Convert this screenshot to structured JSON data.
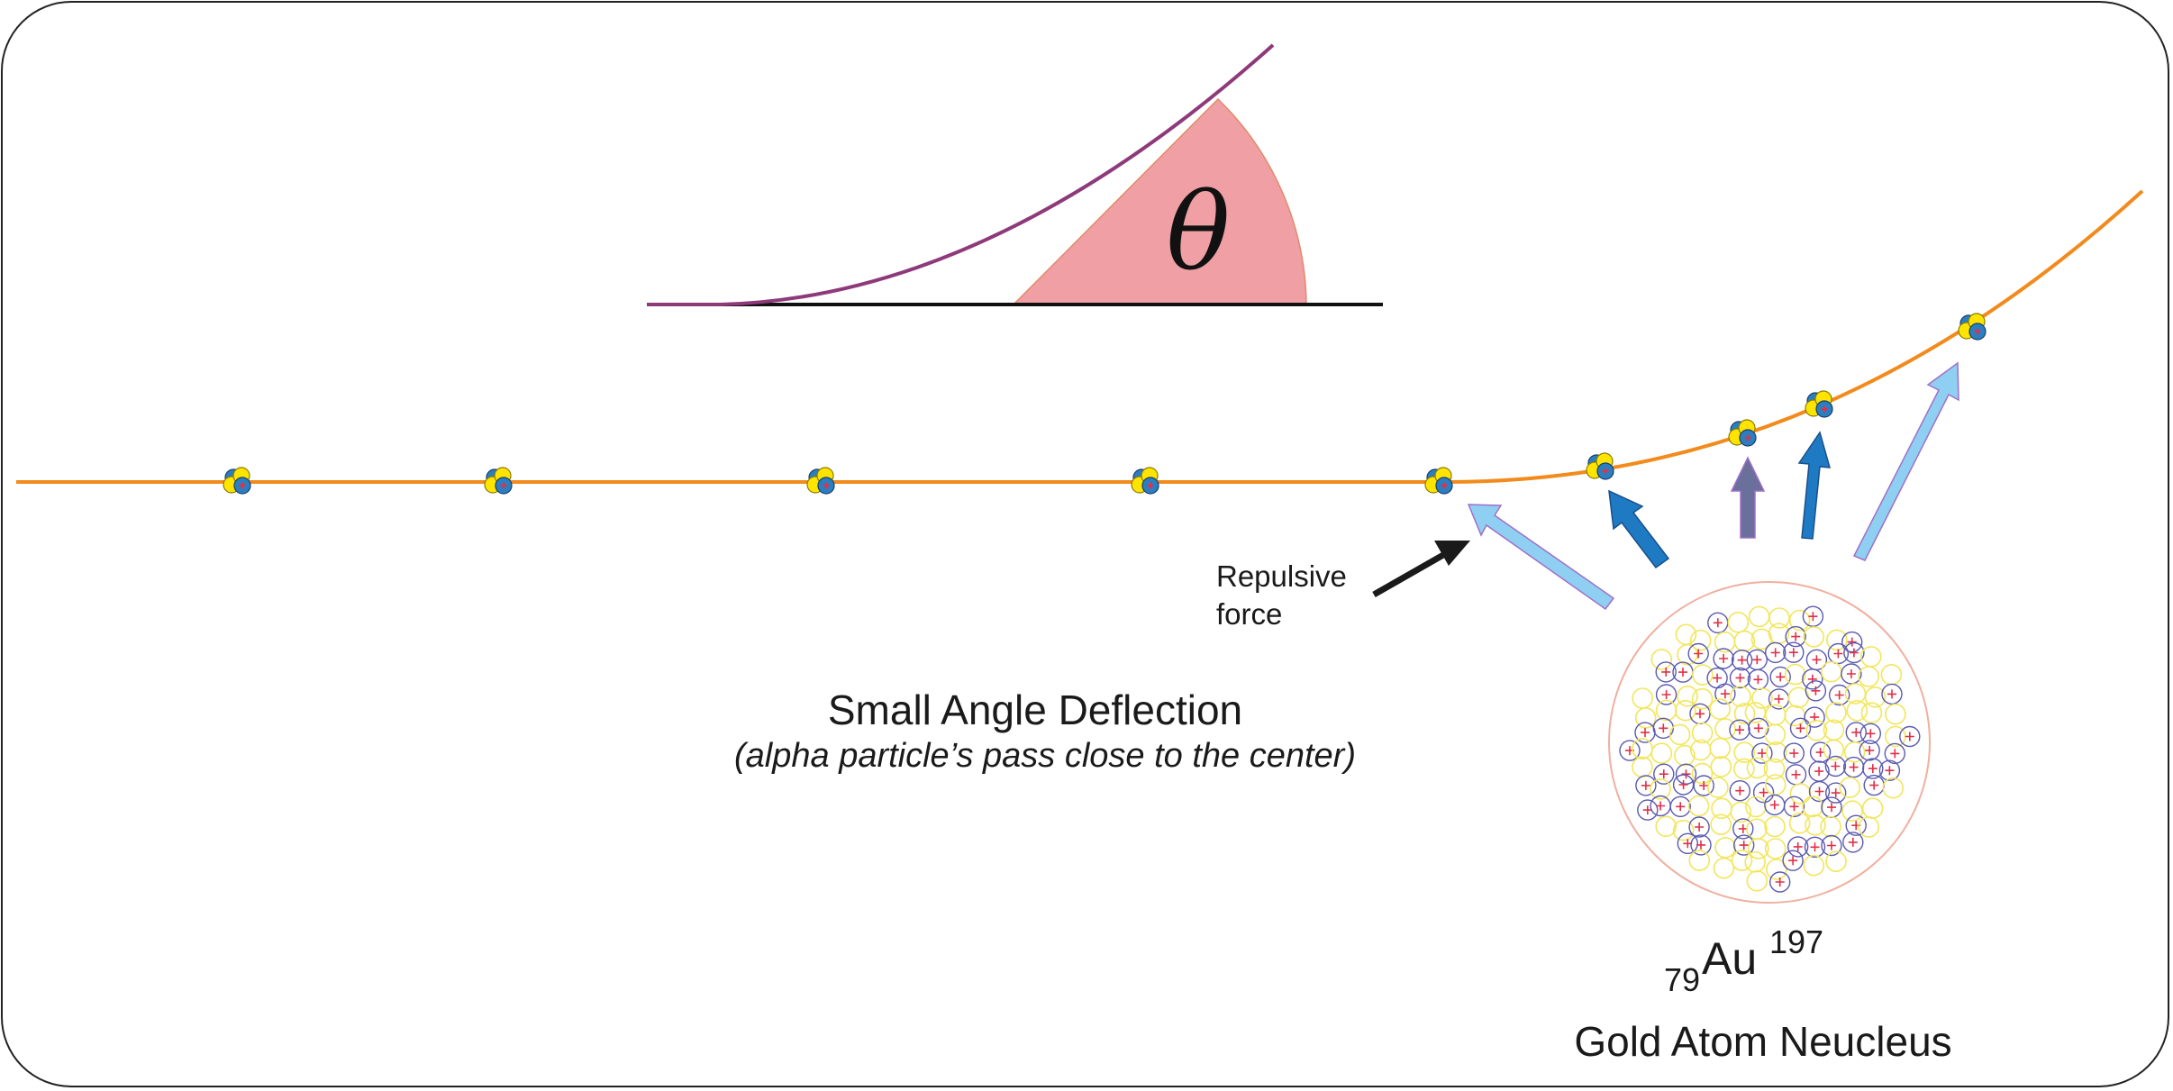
{
  "diagram": {
    "theta_symbol": "θ",
    "force_label_line1": "Repulsive",
    "force_label_line2": "force",
    "title": "Small Angle Deflection",
    "subtitle": "(alpha particle’s pass close to the center)",
    "nucleus_atomic_number": "79",
    "nucleus_symbol": "Au",
    "nucleus_mass_number": "197",
    "nucleus_caption": "Gold Atom Neucleus"
  },
  "colors": {
    "trajectory": "#f28a1c",
    "deflection_curve": "#8e3a7a",
    "angle_wedge": "#f0a0a4",
    "angle_wedge_edge": "#e08a6a",
    "force_arrow_light": "#8ecff2",
    "force_arrow_dark": "#1f7ac4",
    "force_arrow_gray": "#6a6f9c",
    "label_arrow": "#1a1a1a",
    "proton": "#2a7fc0",
    "neutron": "#ffe400",
    "nucleus_outline": "#f0b0a0",
    "proton_ring": "#5a5ab0",
    "neutron_ring": "#f2e65a",
    "plus_sign": "#e0304a"
  },
  "icons": {
    "alpha_particle": "alpha-particle-icon",
    "nucleus": "gold-nucleus-icon"
  }
}
